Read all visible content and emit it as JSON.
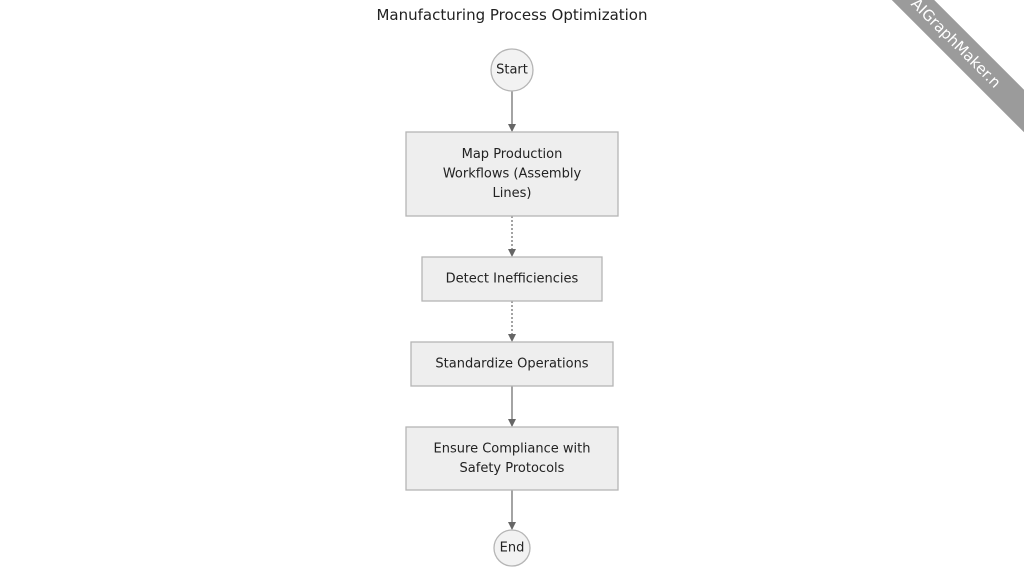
{
  "title": "Manufacturing Process Optimization",
  "watermark": "AIGraphMaker.n",
  "nodes": [
    {
      "id": "start",
      "shape": "circle",
      "lines": [
        "Start"
      ]
    },
    {
      "id": "map",
      "shape": "rect",
      "lines": [
        "Map Production",
        "Workflows (Assembly",
        "Lines)"
      ]
    },
    {
      "id": "detect",
      "shape": "rect",
      "lines": [
        "Detect Inefficiencies"
      ]
    },
    {
      "id": "standardize",
      "shape": "rect",
      "lines": [
        "Standardize Operations"
      ]
    },
    {
      "id": "ensure",
      "shape": "rect",
      "lines": [
        "Ensure Compliance with",
        "Safety Protocols"
      ]
    },
    {
      "id": "end",
      "shape": "circle",
      "lines": [
        "End"
      ]
    }
  ],
  "edges": [
    {
      "from": "start",
      "to": "map",
      "style": "solid"
    },
    {
      "from": "map",
      "to": "detect",
      "style": "dotted"
    },
    {
      "from": "detect",
      "to": "standardize",
      "style": "dotted"
    },
    {
      "from": "standardize",
      "to": "ensure",
      "style": "solid"
    },
    {
      "from": "ensure",
      "to": "end",
      "style": "solid"
    }
  ]
}
